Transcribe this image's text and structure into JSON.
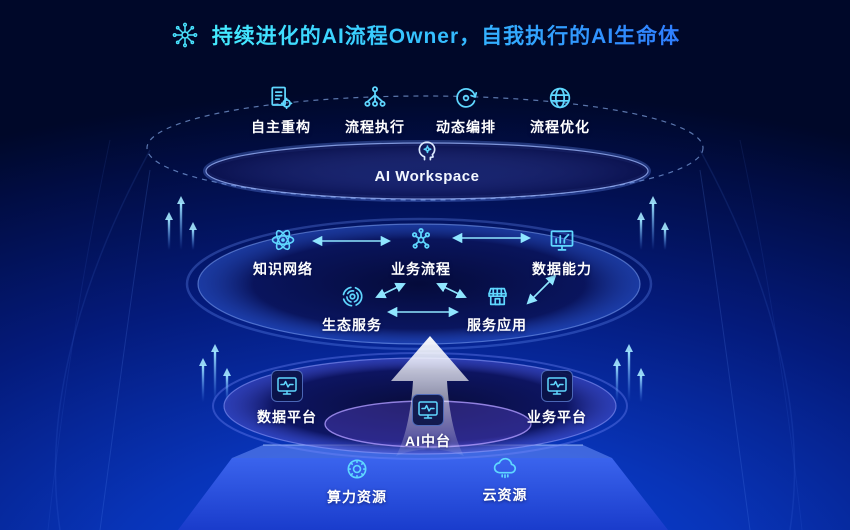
{
  "title": {
    "icon": "neural-flower-icon",
    "text": "持续进化的AI流程Owner，自我执行的AI生命体"
  },
  "workspace": {
    "label": "AI Workspace",
    "items": [
      {
        "label": "自主重构",
        "icon": "document-gear-icon"
      },
      {
        "label": "流程执行",
        "icon": "flow-tree-icon"
      },
      {
        "label": "动态编排",
        "icon": "orchestration-icon"
      },
      {
        "label": "流程优化",
        "icon": "globe-icon"
      }
    ]
  },
  "capability": {
    "row1": [
      {
        "label": "知识网络",
        "icon": "atom-icon"
      },
      {
        "label": "业务流程",
        "icon": "node-graph-icon"
      },
      {
        "label": "数据能力",
        "icon": "bar-chart-icon"
      }
    ],
    "row2": [
      {
        "label": "生态服务",
        "icon": "rings-icon"
      },
      {
        "label": "服务应用",
        "icon": "storefront-icon"
      }
    ]
  },
  "platforms": {
    "items": [
      {
        "label": "数据平台",
        "icon": "monitor-pulse-icon"
      },
      {
        "label": "AI中台",
        "icon": "monitor-pulse-icon"
      },
      {
        "label": "业务平台",
        "icon": "monitor-pulse-icon"
      }
    ]
  },
  "resources": {
    "items": [
      {
        "label": "算力资源",
        "icon": "compute-gear-icon"
      },
      {
        "label": "云资源",
        "icon": "cloud-icon"
      }
    ]
  },
  "colors": {
    "accent_cyan": "#45e6ff",
    "accent_blue": "#2f7dff",
    "icon_stroke": "#5fd7ff",
    "label_white": "#ffffff",
    "bg_top": "#000829",
    "bg_bottom": "#0a46e8"
  }
}
